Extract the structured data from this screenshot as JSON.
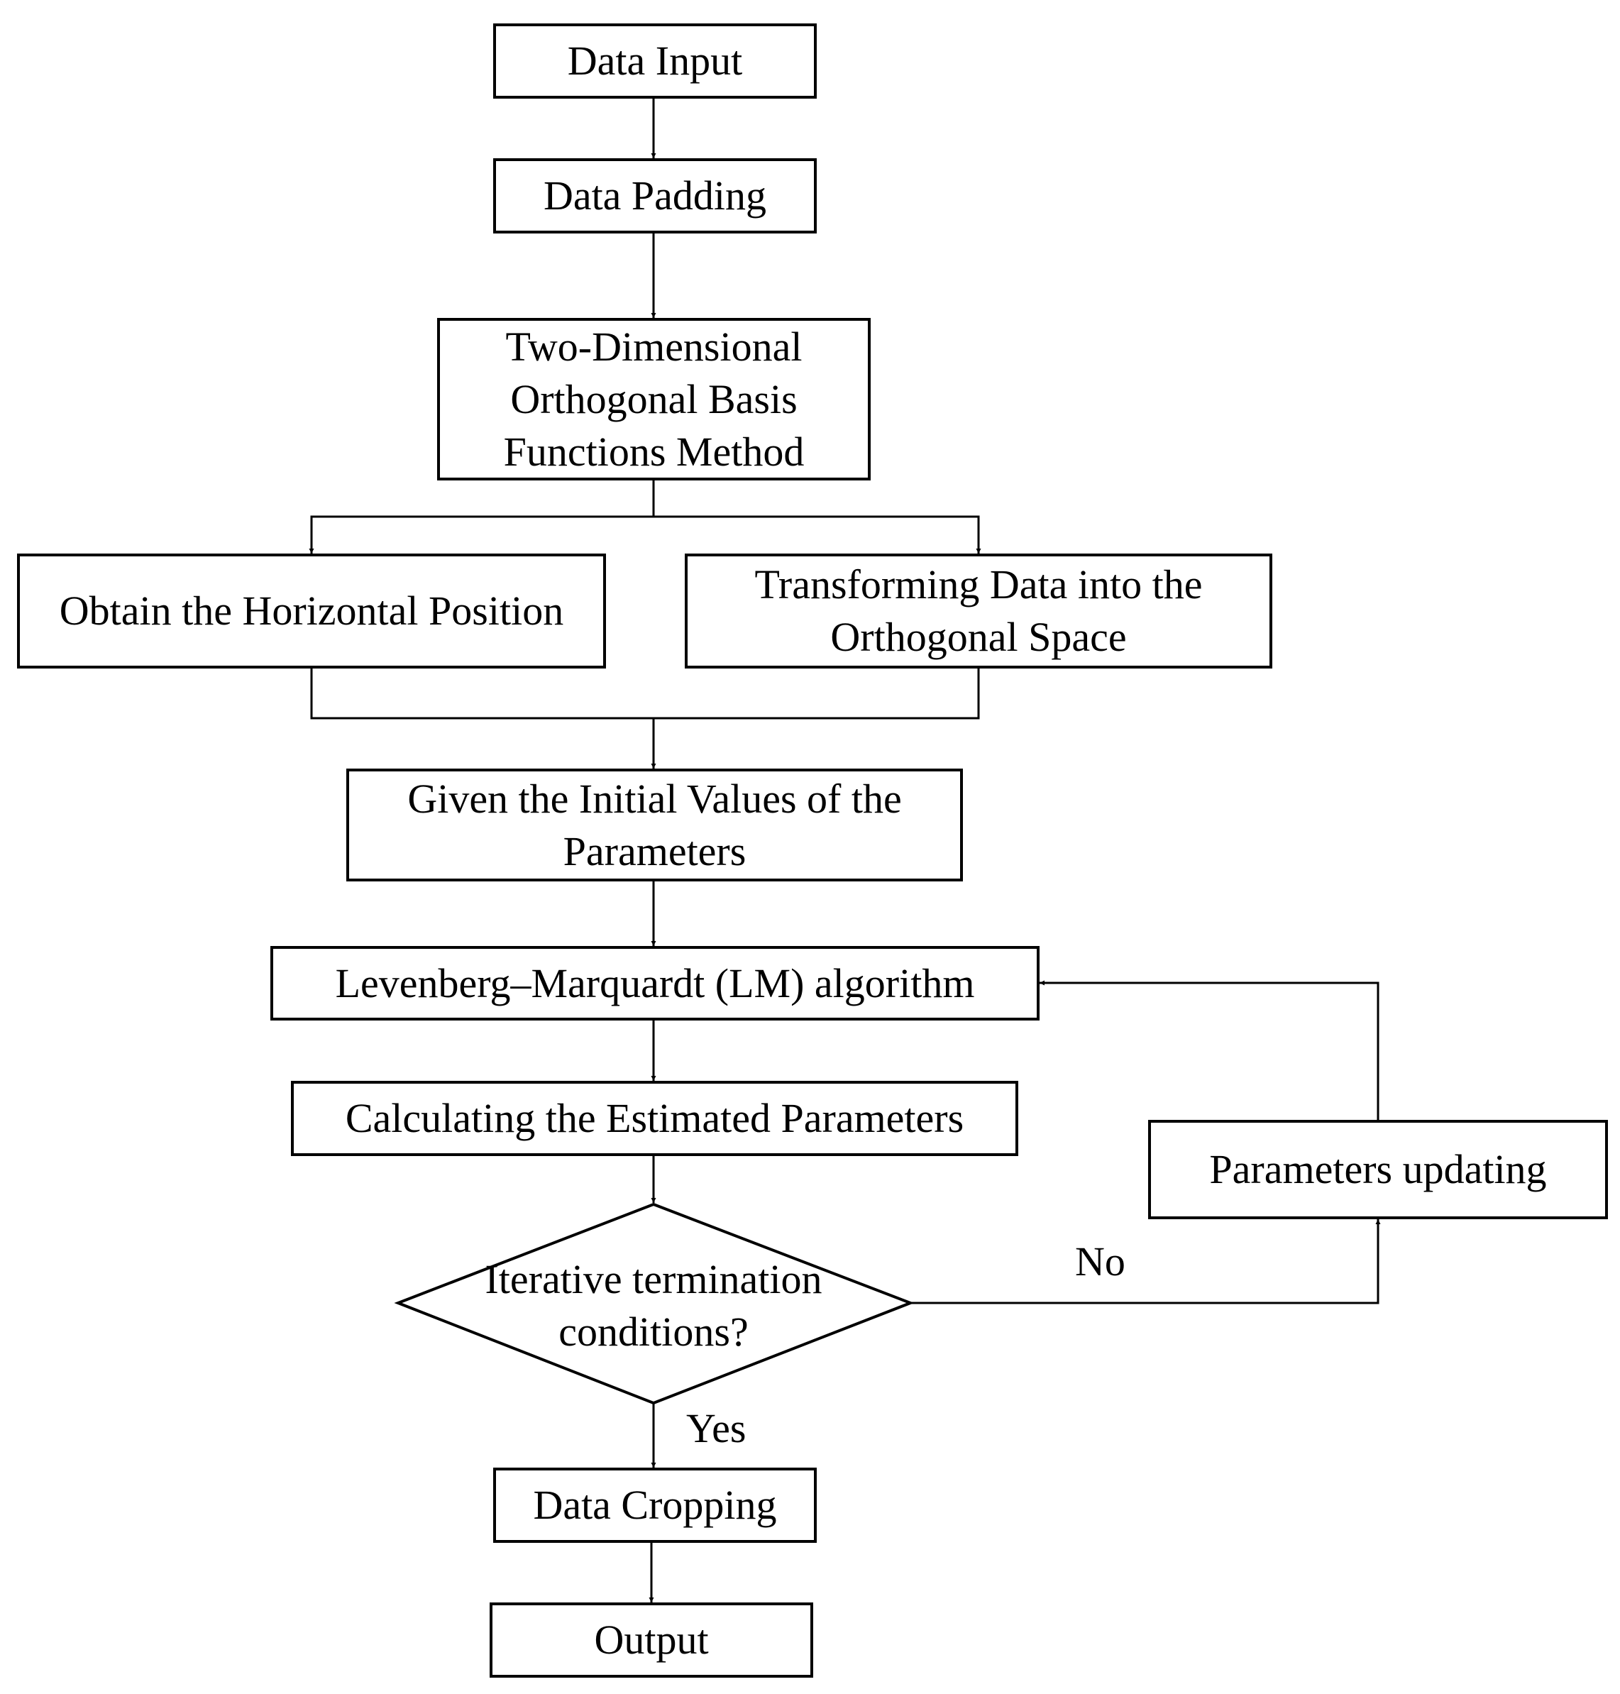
{
  "nodes": {
    "data_input": "Data Input",
    "data_padding": "Data Padding",
    "basis_method": "Two-Dimensional\nOrthogonal Basis\nFunctions Method",
    "horizontal_position": "Obtain the Horizontal Position",
    "transform_data": "Transforming Data into the\nOrthogonal Space",
    "initial_values": "Given the Initial Values of the\nParameters",
    "lm_algorithm": "Levenberg–Marquardt (LM) algorithm",
    "estimated_parameters": "Calculating the Estimated Parameters",
    "termination_check": "Iterative termination\nconditions?",
    "parameters_updating": "Parameters updating",
    "data_cropping": "Data Cropping",
    "output": "Output"
  },
  "edges": {
    "no_label": "No",
    "yes_label": "Yes"
  }
}
